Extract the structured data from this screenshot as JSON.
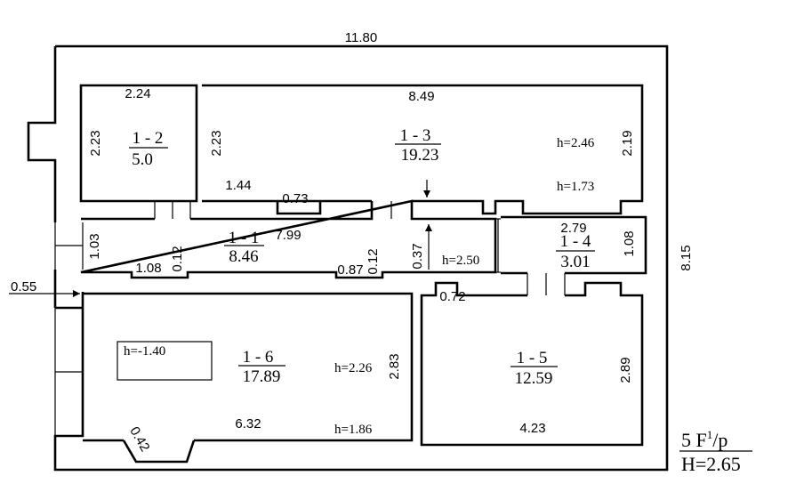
{
  "overall": {
    "width": "11.80",
    "height": "8.15",
    "left_offset": "0.55"
  },
  "rooms": {
    "r1_2": {
      "id": "1 - 2",
      "area": "5.0",
      "top": "2.24",
      "left": "2.23"
    },
    "r1_3": {
      "id": "1 - 3",
      "area": "19.23",
      "top": "8.49",
      "left": "2.23",
      "right": "2.19",
      "h_upper": "h=2.46",
      "h_lower": "h=1.73",
      "sub_a": "1.44",
      "sub_b": "0.73"
    },
    "r1_1": {
      "id": "1 - 1",
      "area": "8.46",
      "length": "7.99",
      "height": "1.03",
      "d1": "1.08",
      "d2": "0.12",
      "d3": "0.87",
      "d4": "0.12",
      "d5": "0.37",
      "h": "h=2.50"
    },
    "r1_4": {
      "id": "1 - 4",
      "area": "3.01",
      "top": "2.79",
      "right": "1.08"
    },
    "r1_5": {
      "id": "1 - 5",
      "area": "12.59",
      "bottom": "4.23",
      "right": "2.89",
      "d1": "0.72"
    },
    "r1_6": {
      "id": "1 - 6",
      "area": "17.89",
      "bottom": "6.32",
      "right": "2.83",
      "h_upper": "h=2.26",
      "h_lower": "h=1.86",
      "pit": "h=-1.40",
      "d1": "0.42"
    }
  },
  "legend": {
    "floor": "5  F",
    "sup": "1",
    "suffix": "/p",
    "height": "H=2.65"
  }
}
